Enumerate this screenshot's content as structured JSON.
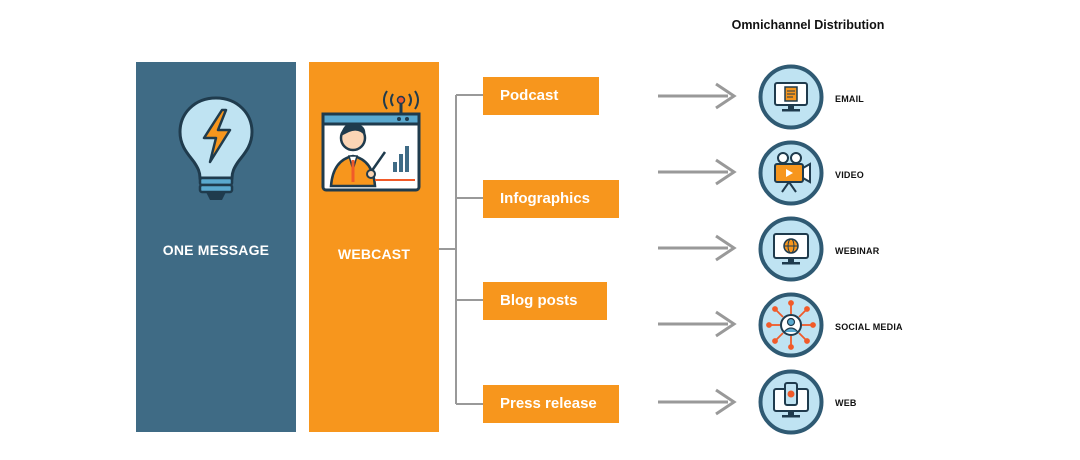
{
  "left_panel": {
    "label": "ONE MESSAGE",
    "icon": "lightbulb-lightning-icon"
  },
  "center_panel": {
    "label": "WEBCAST",
    "icon": "webcast-presenter-icon"
  },
  "content_types": [
    {
      "label": "Podcast"
    },
    {
      "label": "Infographics"
    },
    {
      "label": "Blog posts"
    },
    {
      "label": "Press release"
    }
  ],
  "distribution": {
    "header": "Omnichannel Distribution",
    "channels": [
      {
        "label": "EMAIL",
        "icon": "email-monitor-icon"
      },
      {
        "label": "VIDEO",
        "icon": "video-camera-icon"
      },
      {
        "label": "WEBINAR",
        "icon": "webinar-monitor-icon"
      },
      {
        "label": "SOCIAL MEDIA",
        "icon": "social-network-icon"
      },
      {
        "label": "WEB",
        "icon": "web-devices-icon"
      }
    ]
  },
  "colors": {
    "navy": "#3f6b85",
    "orange": "#f7961d",
    "circle_fill": "#bfe3f2",
    "circle_stroke": "#2f5a73",
    "arrow": "#999999"
  }
}
